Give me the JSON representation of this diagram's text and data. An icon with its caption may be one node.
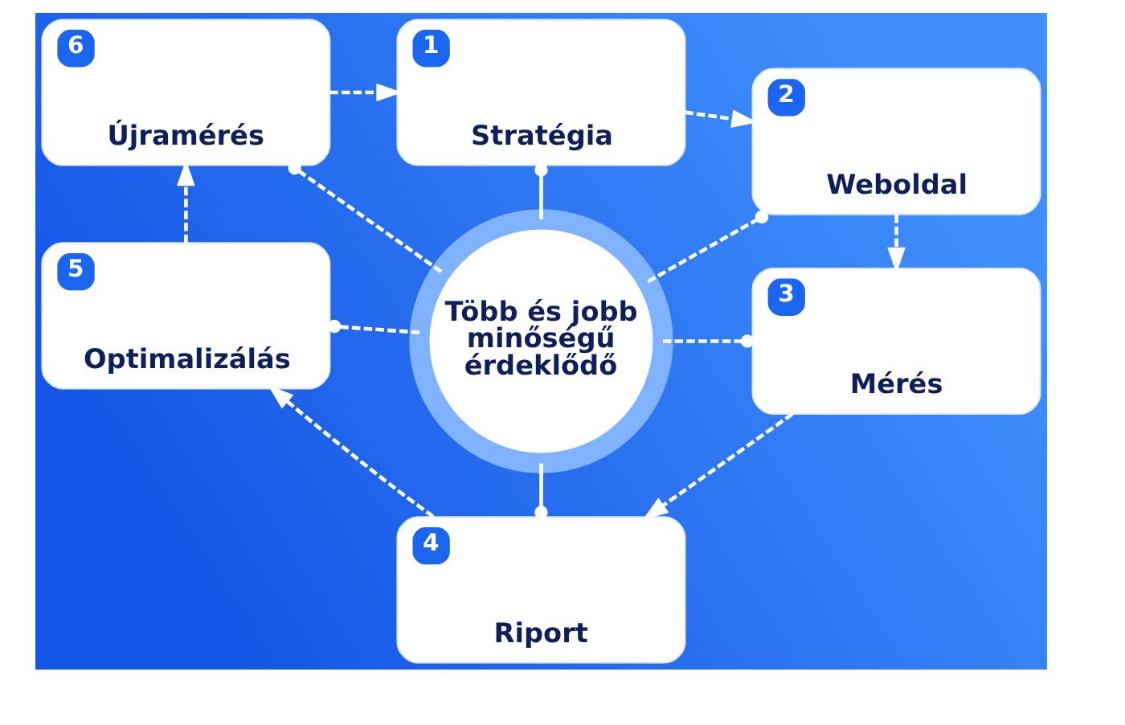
{
  "diagram": {
    "nodes": [
      {
        "text": [
          "1",
          "Stratégia"
        ]
      },
      {
        "text": [
          "2",
          "Weboldal"
        ]
      },
      {
        "text": [
          "3",
          "Mérés"
        ]
      },
      {
        "text": [
          "4",
          "Riport"
        ]
      },
      {
        "text": [
          "5",
          "Optimalizálás"
        ]
      },
      {
        "text": [
          "6",
          "Újramérés"
        ]
      },
      {
        "text": [
          "Több és jobb minőségű érdeklődő"
        ]
      }
    ],
    "edges": [
      {
        "from": 0,
        "to": 1,
        "arrow": "to",
        "style": "dashed"
      },
      {
        "from": 1,
        "to": 2,
        "arrow": "to",
        "style": "dashed"
      },
      {
        "from": 2,
        "to": 3,
        "arrow": "to",
        "style": "dashed"
      },
      {
        "from": 3,
        "to": 4,
        "arrow": "to",
        "style": "dashed"
      },
      {
        "from": 4,
        "to": 5,
        "arrow": "to",
        "style": "dashed"
      },
      {
        "from": 5,
        "to": 0,
        "arrow": "to",
        "style": "dashed"
      },
      {
        "from": 6,
        "to": 0,
        "arrow": "other"
      },
      {
        "from": 6,
        "to": 1,
        "arrow": "other",
        "style": "dashed"
      },
      {
        "from": 6,
        "to": 2,
        "arrow": "other",
        "style": "dashed"
      },
      {
        "from": 6,
        "to": 3,
        "arrow": "other"
      },
      {
        "from": 6,
        "to": 4,
        "arrow": "other",
        "style": "dashed"
      },
      {
        "from": 6,
        "to": 5,
        "arrow": "other",
        "style": "dashed"
      }
    ]
  }
}
